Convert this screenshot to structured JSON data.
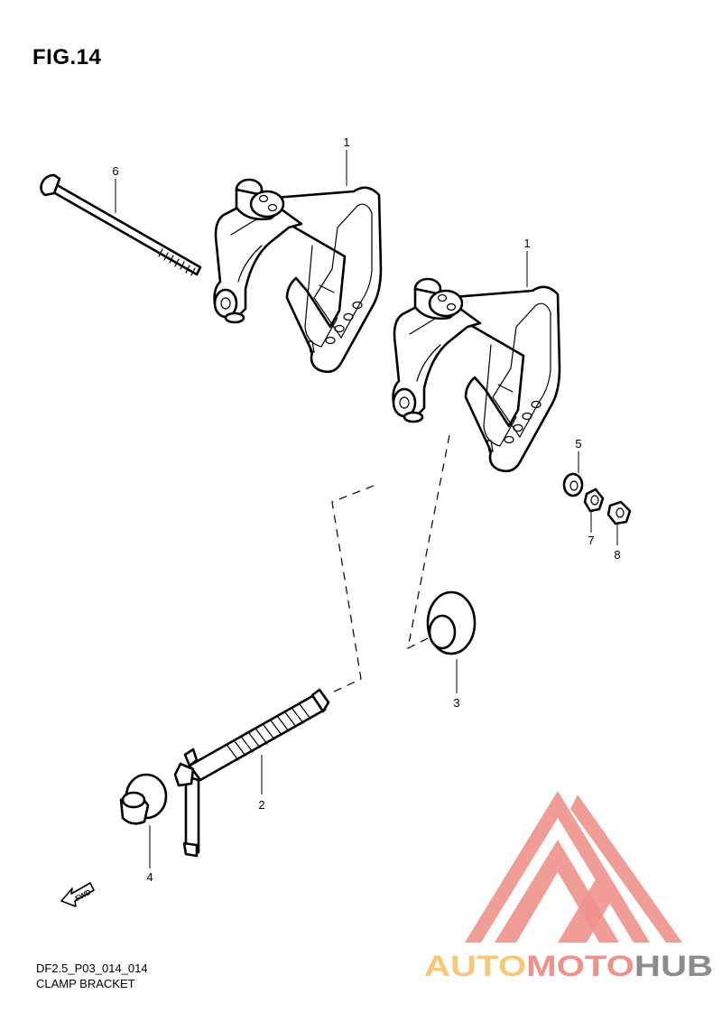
{
  "title": "FIG.14",
  "callouts": {
    "bracket_upper": "1",
    "bracket_lower": "1",
    "screw": "2",
    "pad": "3",
    "handle_cap": "4",
    "washer": "5",
    "bolt": "6",
    "nut": "7",
    "cap_nut": "8"
  },
  "fwd_label": "FWD",
  "footer": {
    "code": "DF2.5_P03_014_014",
    "name": "CLAMP BRACKET"
  },
  "watermark": {
    "text_part1": "AUTO",
    "text_part2": "MOTO",
    "text_part3": "HUB",
    "colors": {
      "logo": "#f0928c",
      "auto": "#f7c77a",
      "moto": "#f0928c",
      "hub": "#8c8c8c"
    }
  }
}
